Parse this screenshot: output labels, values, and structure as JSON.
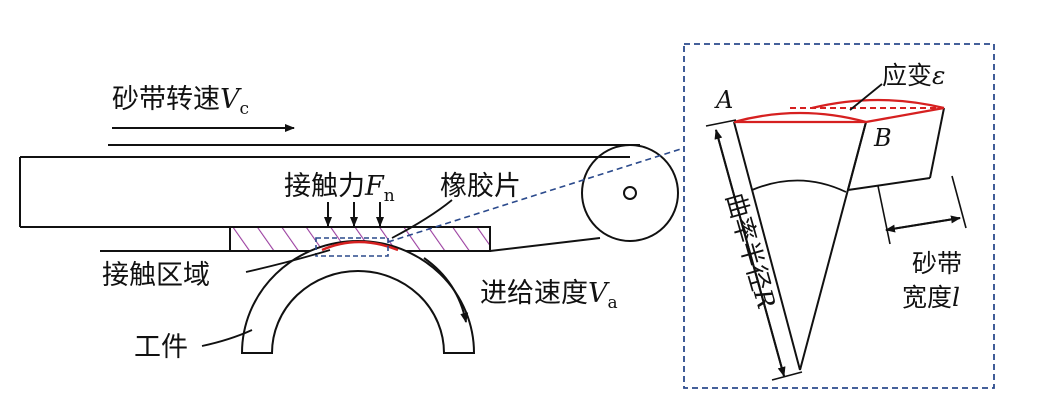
{
  "labels": {
    "belt_speed": {
      "text": "砂带转速",
      "var": "V",
      "sub": "c"
    },
    "contact_force": {
      "text": "接触力",
      "var": "F",
      "sub": "n"
    },
    "rubber_pad": "橡胶片",
    "contact_area": "接触区域",
    "feed_speed": {
      "text": "进给速度",
      "var": "V",
      "sub": "a"
    },
    "workpiece": "工件",
    "strain": {
      "text": "应变",
      "var": "ε"
    },
    "point_a": "A",
    "point_b": "B",
    "radius": {
      "text": "曲率半径",
      "var": "R"
    },
    "belt_width_line1": "砂带",
    "belt_width_line2": "宽度",
    "belt_width_var": "l"
  },
  "colors": {
    "line": "#111111",
    "accent_red": "#d62020",
    "hatch": "#9b3fa0",
    "dash_box": "#2b4a8c"
  }
}
